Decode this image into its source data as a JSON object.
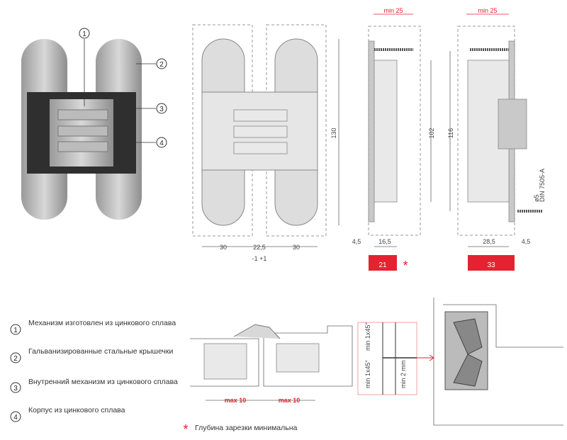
{
  "callouts": [
    "1",
    "2",
    "3",
    "4"
  ],
  "legend": [
    {
      "num": "1",
      "text": "Механизм изготовлен из цинкового сплава"
    },
    {
      "num": "2",
      "text": "Гальванизированные стальные крышечки"
    },
    {
      "num": "3",
      "text": "Внутренний механизм из цинкового сплава"
    },
    {
      "num": "4",
      "text": "Корпус из цинкового сплава"
    }
  ],
  "front_view": {
    "height": "130",
    "left_width": "30",
    "gap": "22,5",
    "right_width": "30",
    "tolerance": "-1 +1"
  },
  "side_left": {
    "min_depth": "min 25",
    "height": "102",
    "offset": "4,5",
    "width": "16,5",
    "total": "21",
    "asterisk": "*"
  },
  "side_right": {
    "min_depth": "min 25",
    "height": "116",
    "width": "28,5",
    "offset": "4,5",
    "total": "33",
    "screw_diameter": "ø5",
    "screw_standard": "DIN 7505-A"
  },
  "clearance": {
    "max_left": "max 10",
    "max_right": "max 10"
  },
  "chamfer": {
    "top": "min 1x45°",
    "bottom": "min 1x45°",
    "gap": "min 2 mm"
  },
  "footnote": {
    "asterisk": "*",
    "text": "Глубина зарезки минимальна"
  },
  "colors": {
    "accent": "#e52230"
  }
}
